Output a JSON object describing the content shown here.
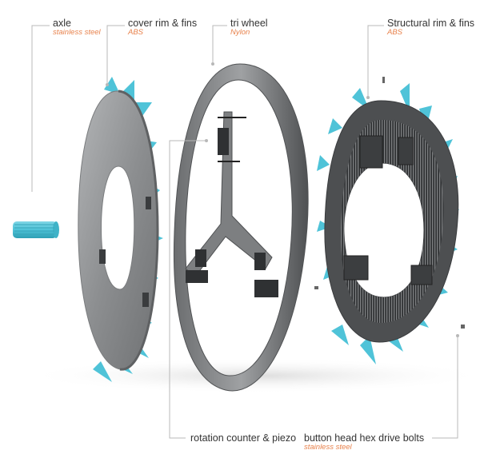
{
  "colors": {
    "fin": "#4fc3d8",
    "fin_shade": "#2aa9bf",
    "disc": "#8a8c8e",
    "disc_dark": "#5e6062",
    "material": "#e8824c",
    "text": "#333333",
    "leader": "#b8b8b8"
  },
  "labels": {
    "axle": {
      "name": "axle",
      "material": "stainless steel"
    },
    "cover_rim": {
      "name": "cover rim & fins",
      "material": "ABS"
    },
    "tri_wheel": {
      "name": "tri wheel",
      "material": "Nylon"
    },
    "structural_rim": {
      "name": "Structural rim & fins",
      "material": "ABS"
    },
    "rotation_counter": {
      "name": "rotation counter & piezo"
    },
    "bolts": {
      "name": "button head hex drive bolts",
      "material": "stainless steel"
    }
  }
}
